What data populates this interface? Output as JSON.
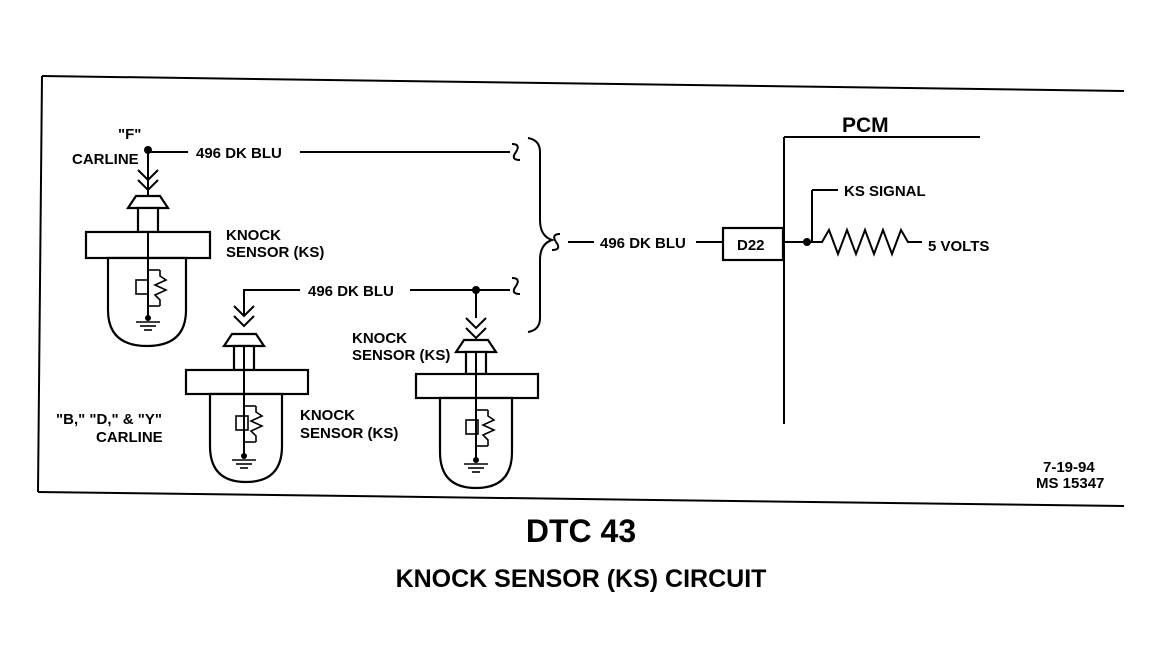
{
  "labels": {
    "pcm": "PCM",
    "ks_signal": "KS SIGNAL",
    "five_volts": "5 VOLTS",
    "pin": "D22",
    "wire_main": "496 DK BLU",
    "wire_top": "496 DK BLU",
    "wire_lower": "496 DK BLU",
    "f_carline_1": "\"F\"",
    "f_carline_2": "CARLINE",
    "knock_1_line1": "KNOCK",
    "knock_1_line2": "SENSOR (KS)",
    "knock_2_line1": "KNOCK",
    "knock_2_line2": "SENSOR (KS)",
    "knock_3_line1": "KNOCK",
    "knock_3_line2": "SENSOR (KS)",
    "bdy_carline_1": "\"B,\" \"D,\" & \"Y\"",
    "bdy_carline_2": "CARLINE",
    "date": "7-19-94",
    "ms_number": "MS 15347"
  },
  "caption": {
    "code": "DTC 43",
    "title": "KNOCK SENSOR (KS) CIRCUIT"
  }
}
